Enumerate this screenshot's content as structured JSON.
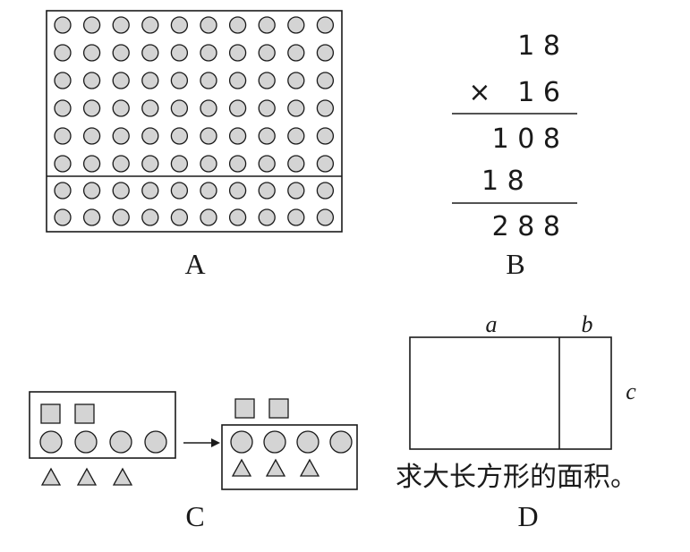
{
  "panels": {
    "a": {
      "label": "A",
      "dot_rows": 8,
      "dot_cols": 10,
      "divider_after_row": 6
    },
    "b": {
      "label": "B",
      "multiplicand": "1 8",
      "multiplier_sign": "×",
      "multiplier": "1 6",
      "partial1": "1 0 8",
      "partial2": "1 8",
      "result": "2 8 8"
    },
    "c": {
      "label": "C",
      "squares": 2,
      "circles": 4,
      "triangles": 3
    },
    "d": {
      "label": "D",
      "side_a": "a",
      "side_b": "b",
      "side_c": "c",
      "caption": "求大长方形的面积。"
    }
  },
  "colors": {
    "ink": "#1a1a1a",
    "shape_fill": "#d4d4d4"
  }
}
